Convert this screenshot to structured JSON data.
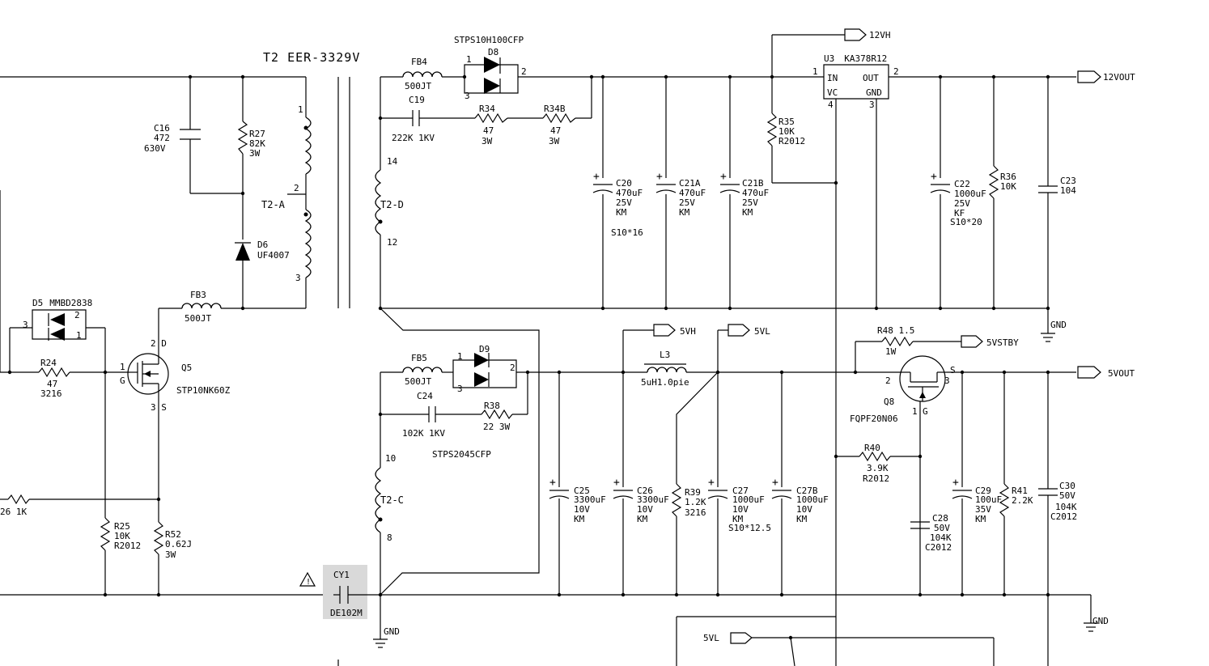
{
  "transformer": {
    "title": "T2 EER-3329V",
    "winding_a": "T2-A",
    "winding_d": "T2-D",
    "winding_c": "T2-C",
    "pins": {
      "p1": "1",
      "p2": "2",
      "p3": "3",
      "p14": "14",
      "p12": "12",
      "p10": "10",
      "p8": "8"
    }
  },
  "parts": {
    "c16": [
      "C16",
      "472",
      "630V"
    ],
    "r27": [
      "R27",
      "82K",
      "3W"
    ],
    "d6": [
      "D6",
      "UF4007"
    ],
    "fb3": [
      "FB3",
      "500JT"
    ],
    "d5": [
      "D5",
      "MMBD2838"
    ],
    "r24": [
      "R24",
      "47",
      "3216"
    ],
    "q5": [
      "Q5",
      "STP10NK60Z"
    ],
    "q5_pins": {
      "g": "G",
      "one": "1",
      "d": "2 D",
      "s": "3 S"
    },
    "r26": "26 1K",
    "r25": [
      "R25",
      "10K",
      "R2012"
    ],
    "r52": [
      "R52",
      "0.62J",
      "3W"
    ],
    "cy1": [
      "CY1",
      "DE102M"
    ],
    "fb4": [
      "FB4",
      "500JT"
    ],
    "d8": [
      "D8",
      "STPS10H100CFP"
    ],
    "c19": [
      "C19",
      "222K 1KV"
    ],
    "r34": [
      "R34",
      "47",
      "3W"
    ],
    "r34b": [
      "R34B",
      "47",
      "3W"
    ],
    "c20": [
      "C20",
      "470uF",
      "25V",
      "KM",
      "S10*16"
    ],
    "c21a": [
      "C21A",
      "470uF",
      "25V",
      "KM"
    ],
    "c21b": [
      "C21B",
      "470uF",
      "25V",
      "KM"
    ],
    "r35": [
      "R35",
      "10K",
      "R2012"
    ],
    "u3": [
      "U3",
      "KA378R12",
      "IN",
      "OUT",
      "VC",
      "GND"
    ],
    "c22": [
      "C22",
      "1000uF",
      "25V",
      "KF",
      "S10*20"
    ],
    "r36": [
      "R36",
      "10K"
    ],
    "c23": [
      "C23",
      "104"
    ],
    "fb5": [
      "FB5",
      "500JT"
    ],
    "d9": [
      "D9",
      "STPS2045CFP"
    ],
    "c24": [
      "C24",
      "102K 1KV"
    ],
    "r38": [
      "R38",
      "22 3W"
    ],
    "c25": [
      "C25",
      "3300uF",
      "10V",
      "KM"
    ],
    "c26": [
      "C26",
      "3300uF",
      "10V",
      "KM"
    ],
    "l3": [
      "L3",
      "5uH1.0pie"
    ],
    "r39": [
      "R39",
      "1.2K",
      "3216"
    ],
    "c27": [
      "C27",
      "1000uF",
      "10V",
      "KM",
      "S10*12.5"
    ],
    "c27b": [
      "C27B",
      "1000uF",
      "10V",
      "KM"
    ],
    "r48": [
      "R48 1.5",
      "1W"
    ],
    "q8": [
      "Q8",
      "FQPF20N06"
    ],
    "r40": [
      "R40",
      "3.9K",
      "R2012"
    ],
    "c28": [
      "C28",
      "50V",
      "104K",
      "C2012"
    ],
    "c29": [
      "C29",
      "100uF",
      "35V",
      "KM"
    ],
    "r41": [
      "R41",
      "2.2K"
    ],
    "c30": [
      "C30",
      "50V",
      "104K",
      "C2012"
    ]
  },
  "nets": {
    "v12vh": "12VH",
    "v12vout": "12VOUT",
    "v5vh": "5VH",
    "v5vl": "5VL",
    "v5vl2": "5VL",
    "v5vstby": "5VSTBY",
    "v5vout": "5VOUT",
    "gnd1": "GND",
    "gnd2": "GND",
    "gnd3": "GND"
  },
  "pin_labels": {
    "u3_1": "1",
    "u3_2": "2",
    "u3_4": "4",
    "u3_3": "3",
    "d8_1": "1",
    "d8_2": "2",
    "d8_3": "3",
    "d9_1": "1",
    "d9_2": "2",
    "d9_3": "3",
    "d5_2": "2",
    "d5_3": "3",
    "d5_1": "1",
    "q8_2": "2",
    "q8_3": "3",
    "q8_1": "1",
    "q8_g": "G",
    "q8_s": "S"
  },
  "colors": {
    "highlight": "#d9d9d9",
    "ink": "#000000",
    "paper": "#ffffff"
  }
}
